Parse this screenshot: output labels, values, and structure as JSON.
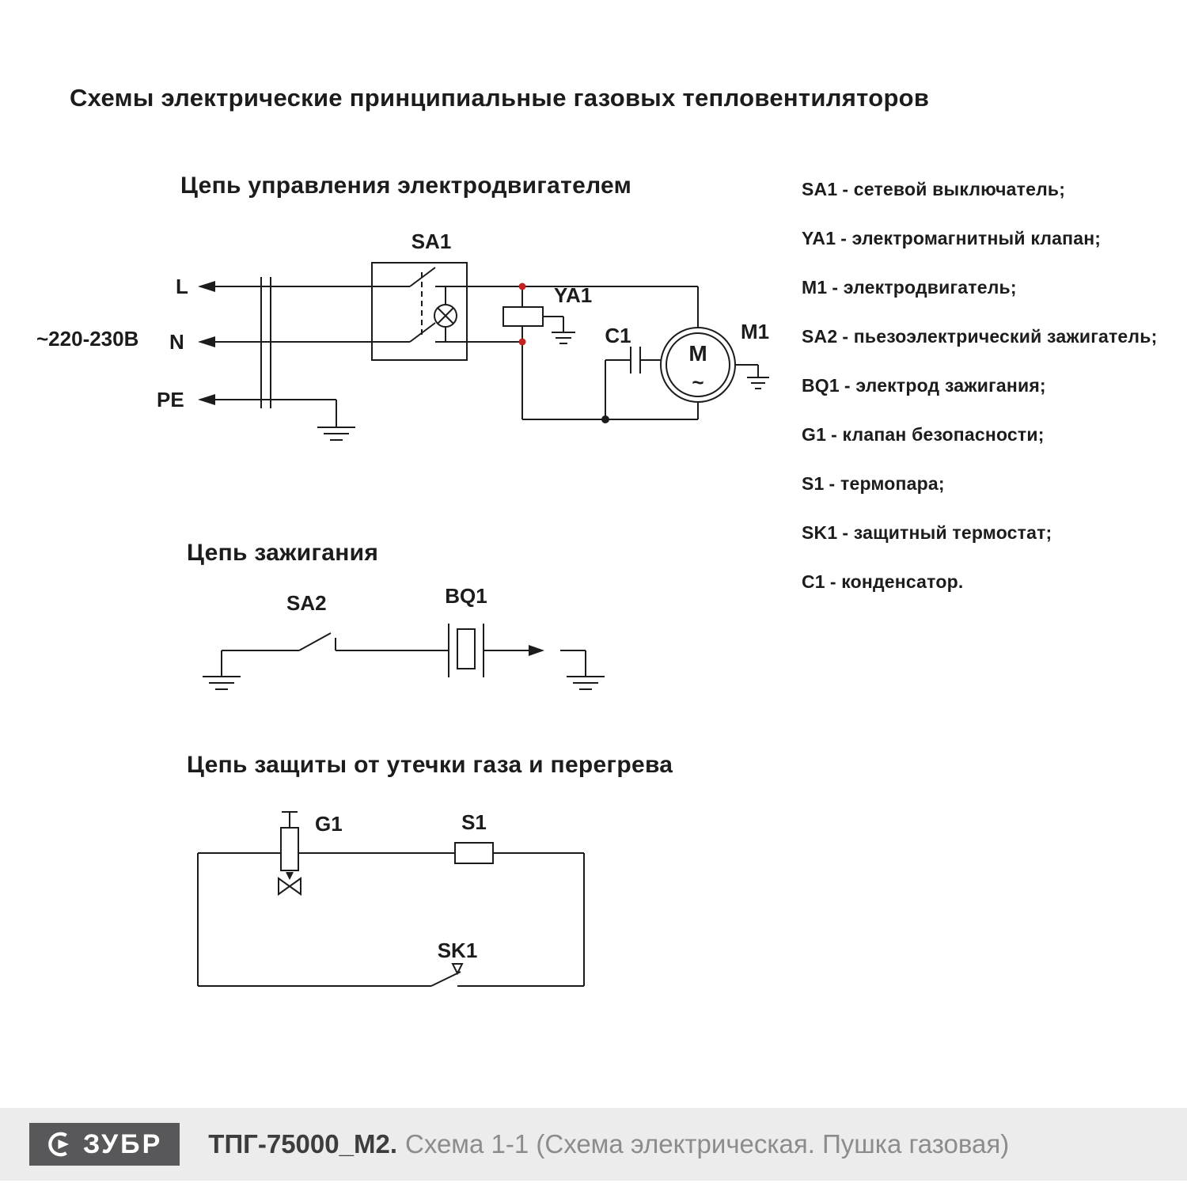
{
  "page": {
    "title": "Схемы электрические принципиальные газовых тепловентиляторов"
  },
  "colors": {
    "line-color": "#1c1c1c",
    "junction-red": "#c32222",
    "footer-bg": "#ececec",
    "logo-bg": "#58585a",
    "model-color": "#3d3d3d",
    "caption-color": "#8c8c8c"
  },
  "circuit_control": {
    "title": "Цепь управления электродвигателем",
    "voltage": "~220-230В",
    "terminal_l": "L",
    "terminal_n": "N",
    "terminal_pe": "PE",
    "sa1": "SA1",
    "ya1": "YA1",
    "c1": "C1",
    "m1": "M1",
    "motor_letter": "M",
    "motor_wave": "~"
  },
  "circuit_ignition": {
    "title": "Цепь зажигания",
    "sa2": "SA2",
    "bq1": "BQ1"
  },
  "circuit_protection": {
    "title": "Цепь защиты от утечки газа и перегрева",
    "g1": "G1",
    "s1": "S1",
    "sk1": "SK1"
  },
  "legend": {
    "items": [
      {
        "ref": "SA1",
        "text": "- сетевой выключатель;"
      },
      {
        "ref": "YA1",
        "text": "- электромагнитный клапан;"
      },
      {
        "ref": "M1",
        "text": "- электродвигатель;"
      },
      {
        "ref": "SA2",
        "text": "- пьезоэлектрический зажигатель;"
      },
      {
        "ref": "BQ1",
        "text": "- электрод зажигания;"
      },
      {
        "ref": "G1",
        "text": "- клапан безопасности;"
      },
      {
        "ref": "S1",
        "text": "- термопара;"
      },
      {
        "ref": "SK1",
        "text": "- защитный термостат;"
      },
      {
        "ref": "C1",
        "text": "- конденсатор."
      }
    ]
  },
  "footer": {
    "brand": "ЗУБР",
    "model": "ТПГ-75000_М2.",
    "caption": "Схема 1-1 (Схема электрическая. Пушка газовая)"
  }
}
